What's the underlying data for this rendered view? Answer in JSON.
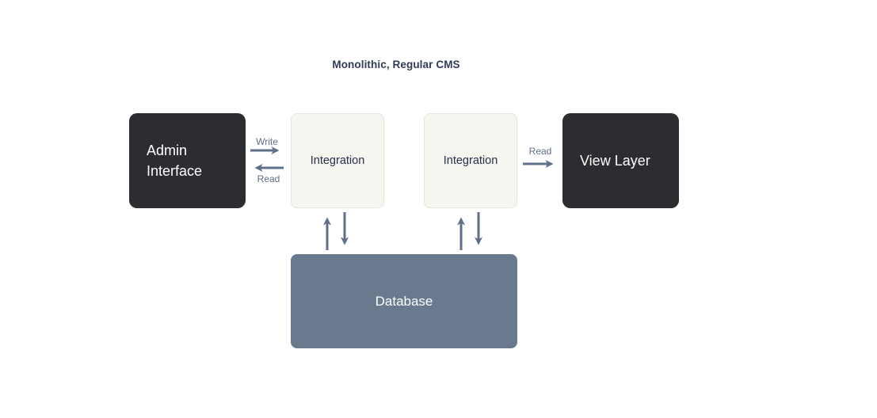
{
  "title": "Monolithic, Regular CMS",
  "diagram": {
    "nodes": [
      {
        "id": "admin-interface",
        "label": "Admin Interface",
        "style": "dark"
      },
      {
        "id": "integration-left",
        "label": "Integration",
        "style": "cream"
      },
      {
        "id": "integration-right",
        "label": "Integration",
        "style": "cream"
      },
      {
        "id": "view-layer",
        "label": "View Layer",
        "style": "dark"
      },
      {
        "id": "database",
        "label": "Database",
        "style": "slate"
      }
    ],
    "edges": [
      {
        "from": "admin-interface",
        "to": "integration-left",
        "label": "Write",
        "direction": "right"
      },
      {
        "from": "integration-left",
        "to": "admin-interface",
        "label": "Read",
        "direction": "left"
      },
      {
        "from": "integration-right",
        "to": "view-layer",
        "label": "Read",
        "direction": "right"
      },
      {
        "from": "integration-left",
        "to": "database",
        "label": "",
        "direction": "bidirectional"
      },
      {
        "from": "integration-right",
        "to": "database",
        "label": "",
        "direction": "bidirectional"
      }
    ]
  },
  "colors": {
    "bg": "#ffffff",
    "title_text": "#2f3b59",
    "dark_box": "#2b2d30",
    "dark_box_text": "#ffffff",
    "cream_box": "#f7f5ef",
    "cream_border": "#e7e4db",
    "cream_box_text": "#26304e",
    "slate_box": "#697a8e",
    "slate_box_text": "#ffffff",
    "arrow": "#5f7189"
  }
}
